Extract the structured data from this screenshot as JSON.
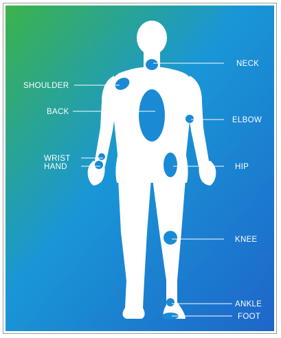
{
  "diagram": {
    "gradient_colors": [
      "#3cb34a",
      "#1996d7",
      "#1e66c8"
    ],
    "figure_color": "#ffffff",
    "spot_color": "#1a8ad4",
    "line_color": "#ffffff",
    "labels": {
      "neck": "NECK",
      "shoulder": "SHOULDER",
      "back": "BACK",
      "elbow": "ELBOW",
      "wrist": "WRIST",
      "hand": "HAND",
      "hip": "HIP",
      "knee": "KNEE",
      "ankle": "ANKLE",
      "foot": "FOOT"
    }
  }
}
